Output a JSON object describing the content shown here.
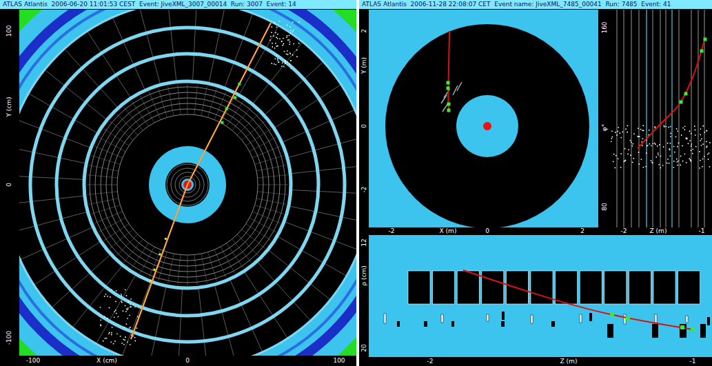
{
  "diagram": {
    "labels": [
      "ATLAS Atlantis  2006-06-20 11:01:53 CEST  Event: JiveXML_3007_00014  Run: 3007  Event: 14",
      "100",
      "Y (cm)",
      "0",
      "-100",
      "-100",
      "X (cm)",
      "0",
      "100",
      "ATLAS Atlantis  2006-11-28 22:08:07 CET  Event name: JiveXML_7485_00041  Run: 7485  Event: 41",
      "2",
      "Y (m)",
      "0",
      "-2",
      "-2",
      "X (m)",
      "0",
      "2",
      "160",
      "φ°",
      "80",
      "-2",
      "Z (m)",
      "-1",
      "12",
      "ρ (cm)",
      "20",
      "-2",
      "Z (m)",
      "-1"
    ]
  }
}
